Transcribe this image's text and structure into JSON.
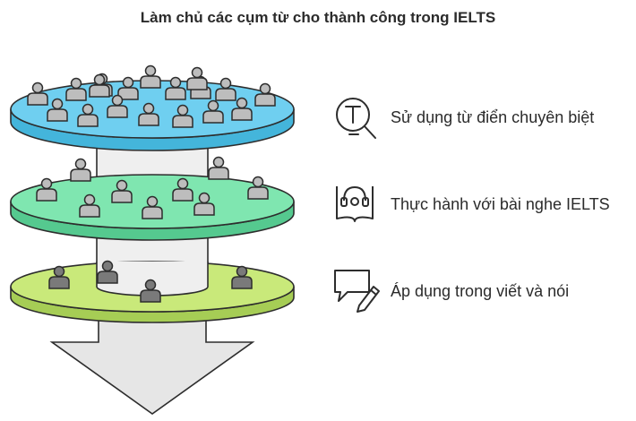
{
  "title": "Làm chủ các cụm từ cho thành công trong IELTS",
  "layers": [
    {
      "label": "Sử dụng từ điển chuyên biệt",
      "icon": "dictionary-magnifier-icon",
      "fill": "#6fcff0",
      "edge": "#44b5db",
      "people": 18
    },
    {
      "label": "Thực hành với bài nghe IELTS",
      "icon": "headphones-book-icon",
      "fill": "#7fe6b0",
      "edge": "#55c98f",
      "people": 9
    },
    {
      "label": "Áp dụng trong viết và nói",
      "icon": "chat-pencil-icon",
      "fill": "#c9e97a",
      "edge": "#a6cd55",
      "people": 4
    }
  ],
  "colors": {
    "person": "#bdbdbd",
    "person_dark": "#7a7a7a",
    "column": "#efefef",
    "outline": "#2d2d2d"
  }
}
